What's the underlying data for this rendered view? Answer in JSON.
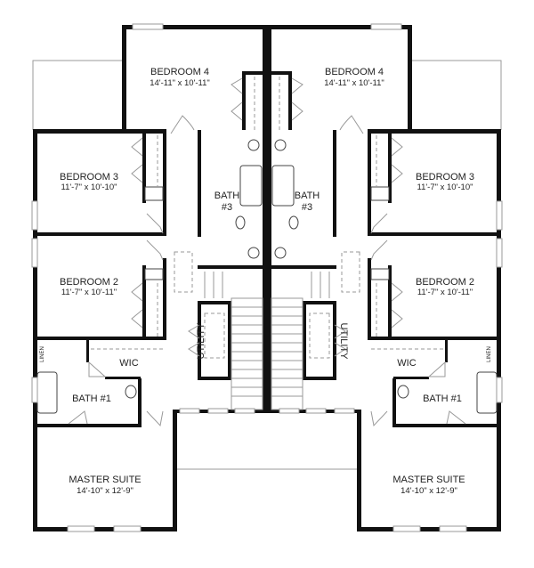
{
  "left_unit": {
    "bedroom4": {
      "name": "BEDROOM 4",
      "size": "14'-11\" x 10'-11\""
    },
    "bedroom3": {
      "name": "BEDROOM 3",
      "size": "11'-7\" x 10'-10\""
    },
    "bedroom2": {
      "name": "BEDROOM 2",
      "size": "11'-7\" x 10'-11\""
    },
    "bath3": {
      "line1": "BATH",
      "line2": "#3"
    },
    "bath1": "BATH #1",
    "wic": "WIC",
    "utility": "UTILITY",
    "linen": "LINEN",
    "master": {
      "name": "MASTER SUITE",
      "size": "14'-10\" x 12'-9\""
    }
  },
  "right_unit": {
    "bedroom4": {
      "name": "BEDROOM 4",
      "size": "14'-11\" x 10'-11\""
    },
    "bedroom3": {
      "name": "BEDROOM 3",
      "size": "11'-7\" x 10'-10\""
    },
    "bedroom2": {
      "name": "BEDROOM 2",
      "size": "11'-7\" x 10'-11\""
    },
    "bath3": {
      "line1": "BATH",
      "line2": "#3"
    },
    "bath1": "BATH #1",
    "wic": "WIC",
    "utility": "UTILITY",
    "linen": "LINEN",
    "master": {
      "name": "MASTER SUITE",
      "size": "14'-10\" x 12'-9\""
    }
  }
}
